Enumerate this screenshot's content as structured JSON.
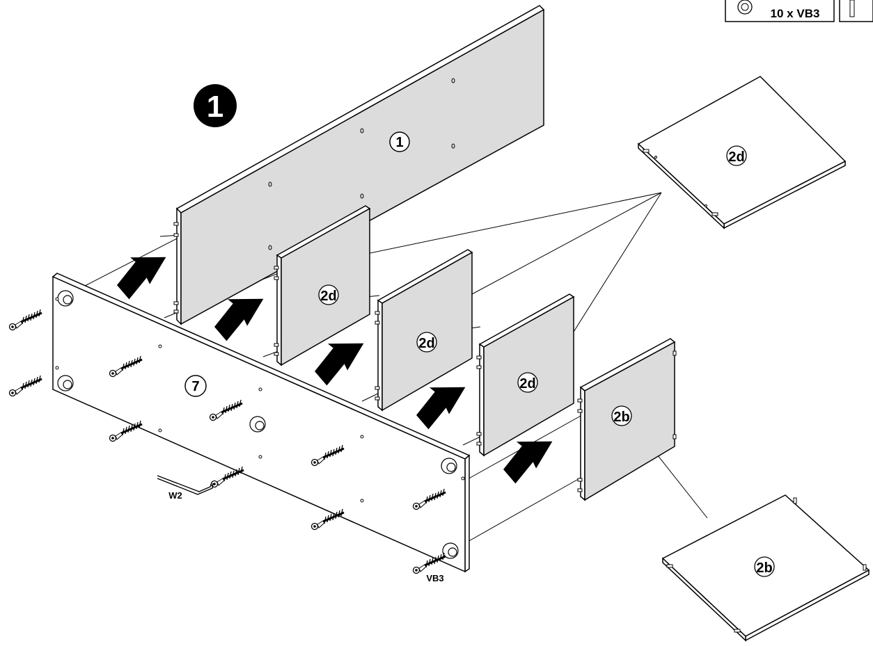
{
  "step": {
    "number": "1"
  },
  "hardware_box": {
    "quantity_label": "10 x VB3"
  },
  "part_labels": {
    "back_panel": "1",
    "front_panel": "7",
    "divider": "2d",
    "side": "2b"
  },
  "callouts": {
    "wrench": "W2",
    "screw": "VB3"
  },
  "colors": {
    "panel_fill": "#dcdcdc",
    "line": "#000000",
    "background": "#ffffff"
  },
  "icons": {
    "arrow": "assembly-direction-arrow",
    "screw": "confirmat-screw-icon",
    "wrench": "allen-key-icon"
  }
}
